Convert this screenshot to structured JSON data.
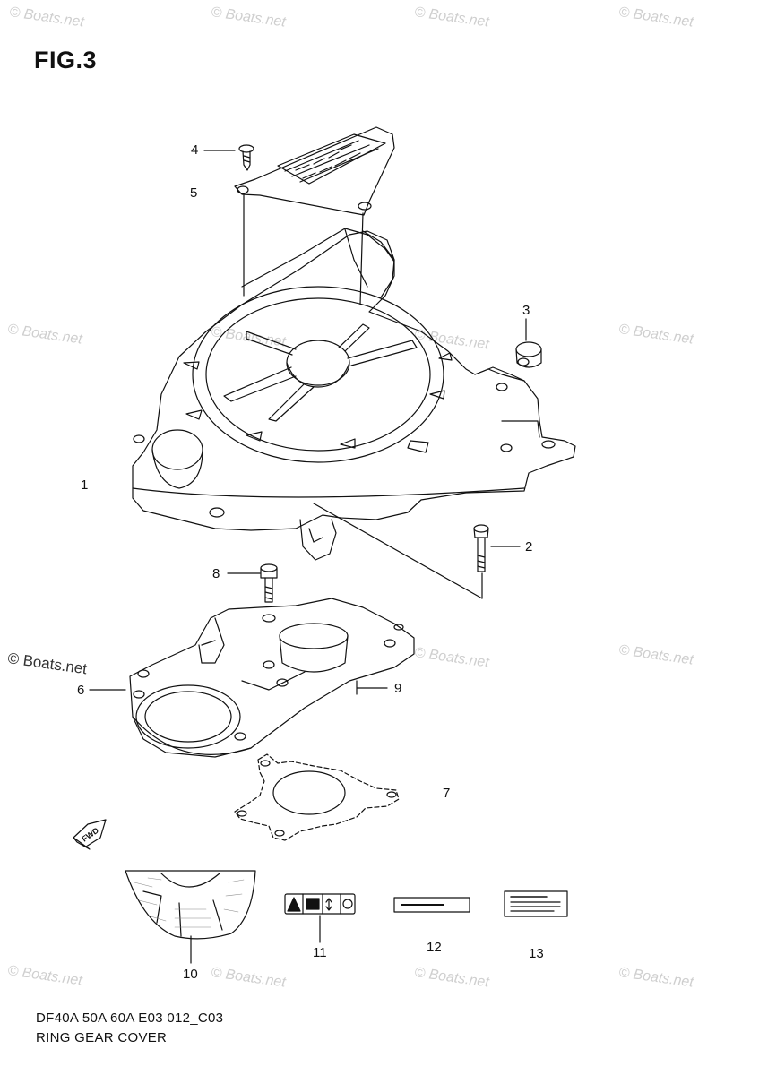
{
  "figure": {
    "title": "FIG.3",
    "diagram_code": "DF40A 50A 60A E03 012_C03",
    "section_name": "RING GEAR COVER"
  },
  "watermark": {
    "text": "© Boats.net",
    "side_label": "© Boats.net"
  },
  "callouts": [
    "1",
    "2",
    "3",
    "4",
    "5",
    "6",
    "7",
    "8",
    "9",
    "10",
    "11",
    "12",
    "13"
  ],
  "direction_label": "FWD",
  "colors": {
    "line": "#111111",
    "watermark": "#cfcfcf",
    "background": "#ffffff"
  }
}
